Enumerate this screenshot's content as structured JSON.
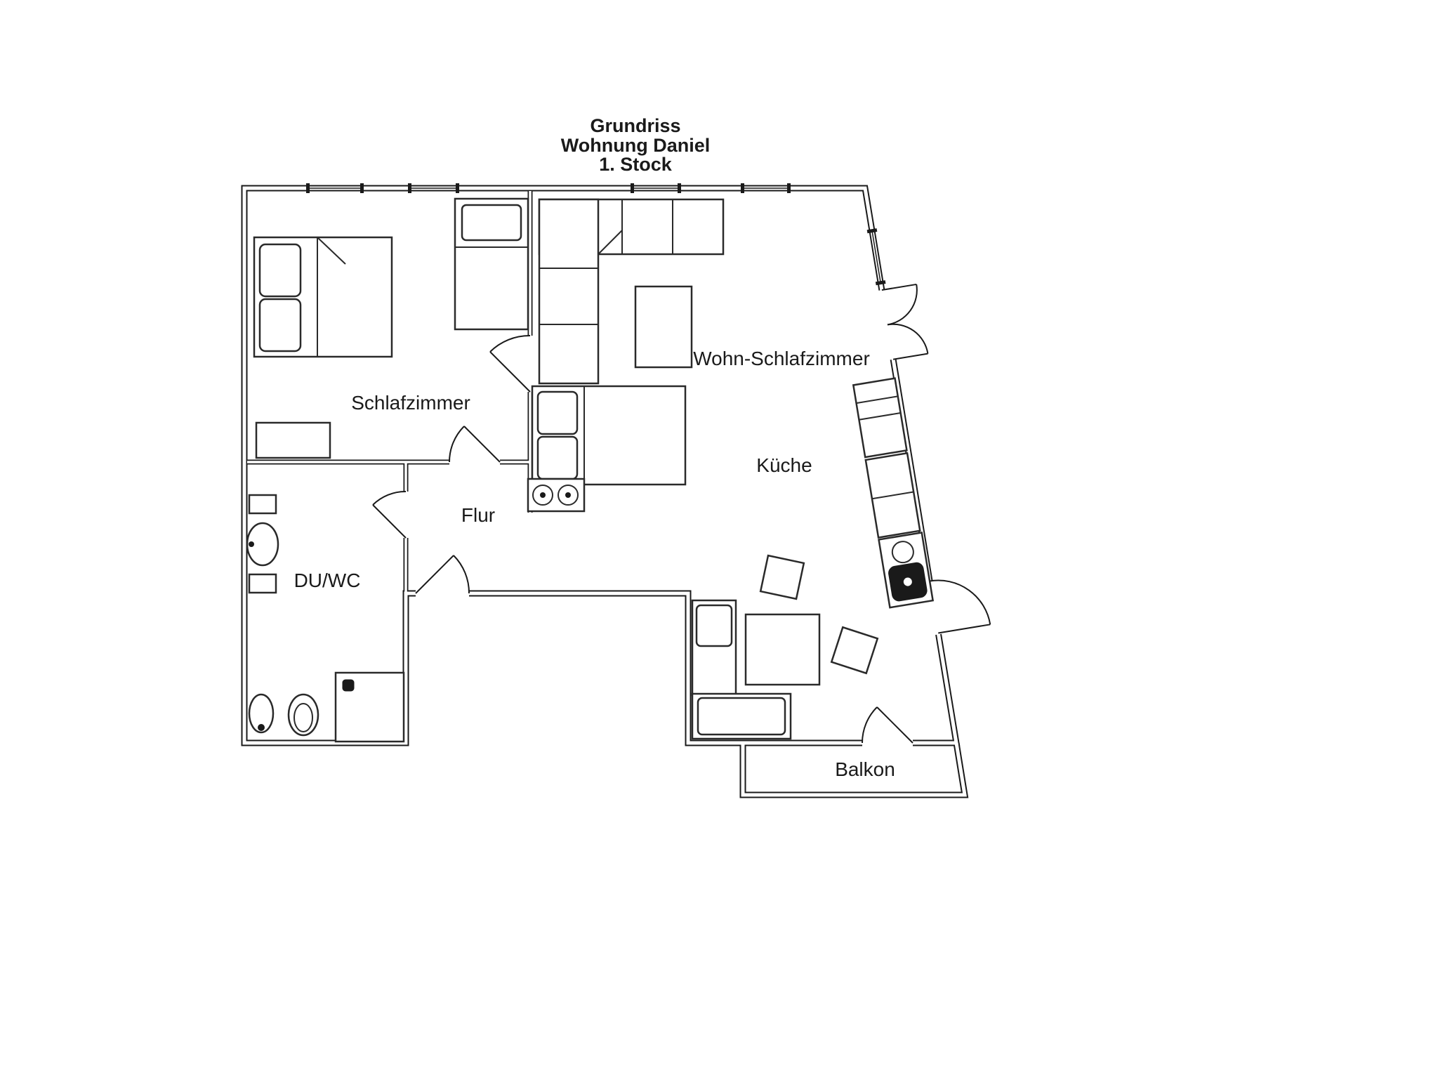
{
  "title": {
    "line1": "Grundriss",
    "line2": "Wohnung Daniel",
    "line3": "1. Stock"
  },
  "rooms": {
    "schlafzimmer": {
      "label": "Schlafzimmer"
    },
    "wohn_schlafzimmer": {
      "label": "Wohn-Schlafzimmer"
    },
    "kueche": {
      "label": "Küche"
    },
    "flur": {
      "label": "Flur"
    },
    "du_wc": {
      "label": "DU/WC"
    },
    "balkon": {
      "label": "Balkon"
    }
  },
  "colors": {
    "wall": "#1a1a1a",
    "furniture": "#2a2a2a",
    "text": "#1a1a1a",
    "background": "#ffffff"
  }
}
